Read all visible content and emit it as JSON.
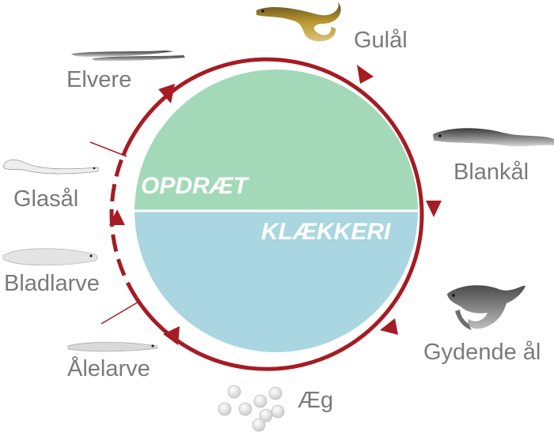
{
  "sections": {
    "top": {
      "label": "OPDRÆT",
      "color": "#a3d9b8"
    },
    "bottom": {
      "label": "KLÆKKERI",
      "color": "#a9d6e0"
    }
  },
  "cycle_color": "#a51c24",
  "stages": [
    {
      "id": "gulaal",
      "label": "Gulål",
      "icon": "yellow-eel-icon"
    },
    {
      "id": "blankaal",
      "label": "Blankål",
      "icon": "silver-eel-icon"
    },
    {
      "id": "gydende-aal",
      "label": "Gydende ål",
      "icon": "spawning-eel-icon"
    },
    {
      "id": "aeg",
      "label": "Æg",
      "icon": "eggs-icon"
    },
    {
      "id": "aalelarve",
      "label": "Ålelarve",
      "icon": "eel-larva-icon"
    },
    {
      "id": "bladlarve",
      "label": "Bladlarve",
      "icon": "leaf-larva-icon"
    },
    {
      "id": "glasaal",
      "label": "Glasål",
      "icon": "glass-eel-icon"
    },
    {
      "id": "elvere",
      "label": "Elvere",
      "icon": "elver-icon"
    }
  ]
}
